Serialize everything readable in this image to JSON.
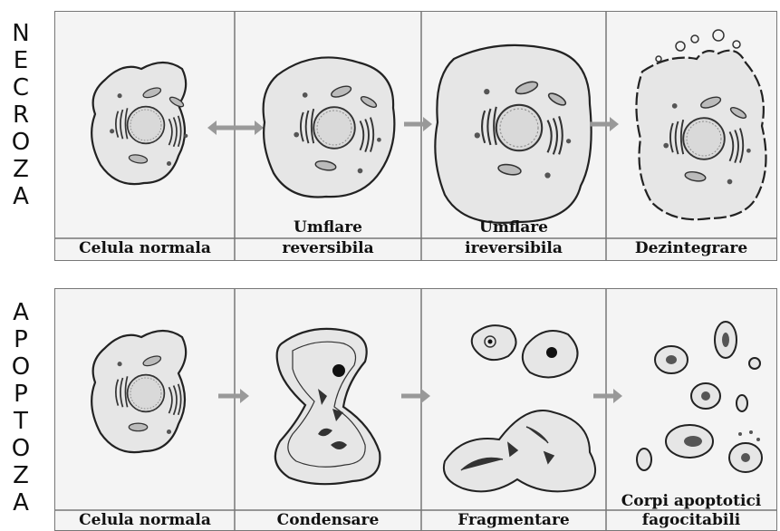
{
  "necroza": {
    "side_label": [
      "N",
      "E",
      "C",
      "R",
      "O",
      "Z",
      "A"
    ],
    "stages": [
      {
        "caption_top": "",
        "caption": "Celula normala"
      },
      {
        "caption_top": "Umflare",
        "caption": "reversibila"
      },
      {
        "caption_top": "Umflare",
        "caption": "ireversibila"
      },
      {
        "caption_top": "",
        "caption": "Dezintegrare"
      }
    ]
  },
  "apoptoza": {
    "side_label": [
      "A",
      "P",
      "O",
      "P",
      "T",
      "O",
      "Z",
      "A"
    ],
    "stages": [
      {
        "caption_top": "",
        "caption": "Celula normala"
      },
      {
        "caption_top": "",
        "caption": "Condensare"
      },
      {
        "caption_top": "",
        "caption": "Fragmentare"
      },
      {
        "caption_top": "Corpi apoptotici",
        "caption": "fagocitabili"
      }
    ]
  }
}
